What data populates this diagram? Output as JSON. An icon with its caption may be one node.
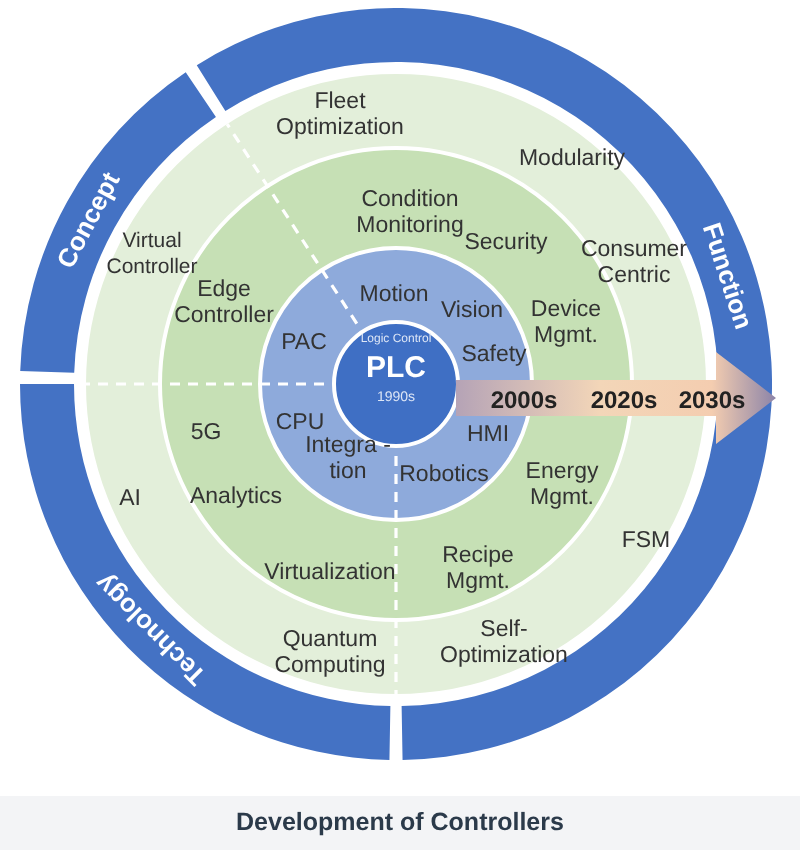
{
  "diagram": {
    "caption": "Development of Controllers",
    "nodes": [
      {
        "text": [
          "Concept"
        ]
      },
      {
        "text": [
          "Function"
        ]
      },
      {
        "text": [
          "Technology"
        ]
      },
      {
        "text": [],
        "shape": "circle"
      },
      {
        "text": [],
        "shape": "circle",
        "in": 3
      },
      {
        "text": [],
        "shape": "circle",
        "in": 4
      },
      {
        "text": [
          "Logic Control",
          "PLC",
          "1990s"
        ],
        "in": 5
      },
      {
        "text": [
          "2000s",
          "2020s",
          "2030s"
        ]
      }
    ],
    "edges": [],
    "labels": [
      "Fleet Optimization",
      "Modularity",
      "Condition Monitoring",
      "Security",
      "Virtual Controller",
      "Consumer Centric",
      "Motion",
      "Edge Controller",
      "Vision",
      "Device Mgmt.",
      "PAC",
      "Safety",
      "CPU",
      "5G",
      "HMI",
      "Integra -tion",
      "Robotics",
      "Energy Mgmt.",
      "Analytics",
      "AI",
      "FSM",
      "Virtualization",
      "Recipe Mgmt.",
      "Self- Optimization",
      "Quantum Computing"
    ]
  }
}
